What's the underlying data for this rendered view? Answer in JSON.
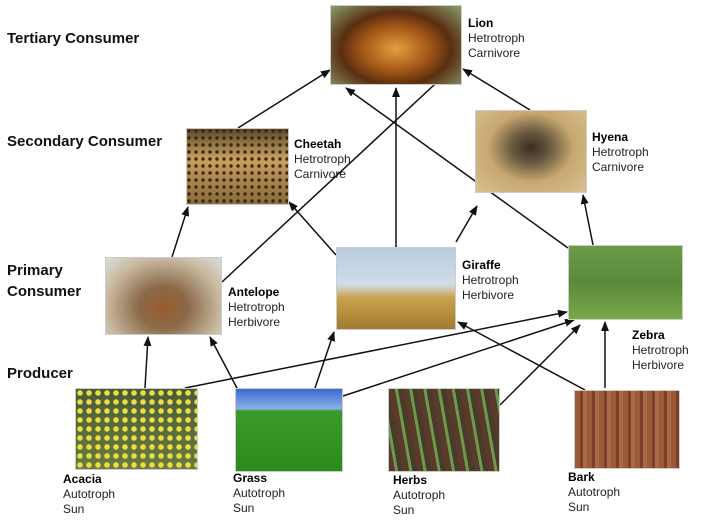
{
  "levels": {
    "tertiary": "Tertiary Consumer",
    "secondary": "Secondary Consumer",
    "primary_1": "Primary",
    "primary_2": "Consumer",
    "producer": "Producer"
  },
  "organisms": {
    "lion": {
      "name": "Lion",
      "type": "Hetrotroph",
      "diet": "Carnivore"
    },
    "cheetah": {
      "name": "Cheetah",
      "type": "Hetrotroph",
      "diet": "Carnivore"
    },
    "hyena": {
      "name": "Hyena",
      "type": "Hetrotroph",
      "diet": "Carnivore"
    },
    "antelope": {
      "name": "Antelope",
      "type": "Hetrotroph",
      "diet": "Herbivore"
    },
    "giraffe": {
      "name": "Giraffe",
      "type": "Hetrotroph",
      "diet": "Herbivore"
    },
    "zebra": {
      "name": "Zebra",
      "type": "Hetrotroph",
      "diet": "Herbivore"
    },
    "acacia": {
      "name": "Acacia",
      "type": "Autotroph",
      "diet": "Sun"
    },
    "grass": {
      "name": "Grass",
      "type": "Autotroph",
      "diet": "Sun"
    },
    "herbs": {
      "name": "Herbs",
      "type": "Autotroph",
      "diet": "Sun"
    },
    "bark": {
      "name": "Bark",
      "type": "Autotroph",
      "diet": "Sun"
    }
  },
  "arrows": [
    [
      "acacia",
      "antelope"
    ],
    [
      "grass",
      "antelope"
    ],
    [
      "grass",
      "giraffe"
    ],
    [
      "acacia",
      "zebra"
    ],
    [
      "grass",
      "zebra"
    ],
    [
      "herbs",
      "zebra"
    ],
    [
      "bark",
      "zebra"
    ],
    [
      "bark",
      "giraffe"
    ],
    [
      "antelope",
      "cheetah"
    ],
    [
      "antelope",
      "lion"
    ],
    [
      "giraffe",
      "cheetah"
    ],
    [
      "giraffe",
      "lion"
    ],
    [
      "giraffe",
      "hyena"
    ],
    [
      "zebra",
      "lion"
    ],
    [
      "zebra",
      "hyena"
    ],
    [
      "cheetah",
      "lion"
    ],
    [
      "hyena",
      "lion"
    ]
  ]
}
